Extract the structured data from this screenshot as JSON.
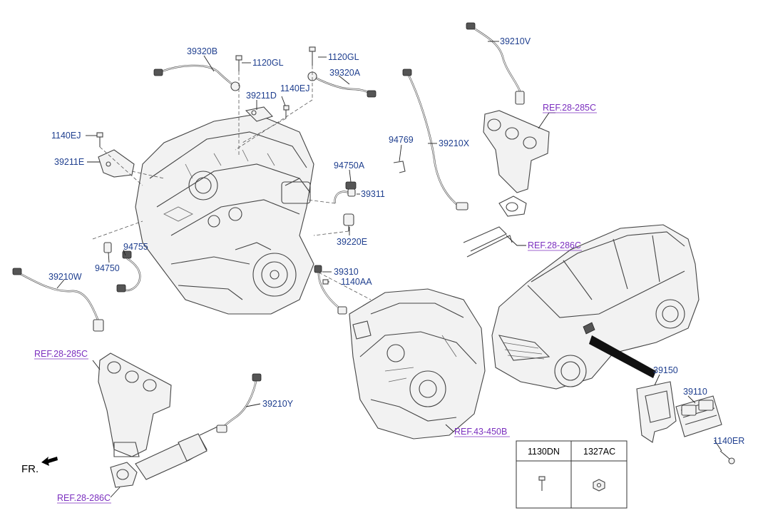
{
  "labels": {
    "p39320B": "39320B",
    "p1120GL_a": "1120GL",
    "p1120GL_b": "1120GL",
    "p39320A": "39320A",
    "p1140EJ_a": "1140EJ",
    "p39211D": "39211D",
    "p1140EJ_b": "1140EJ",
    "p39211E": "39211E",
    "p39210V": "39210V",
    "p94769": "94769",
    "p39210X": "39210X",
    "p94750A": "94750A",
    "p39311": "39311",
    "p39220E": "39220E",
    "p94755": "94755",
    "p94750": "94750",
    "p39310": "39310",
    "p1140AA": "1140AA",
    "p39210W": "39210W",
    "p39210Y": "39210Y",
    "p39150": "39150",
    "p39110": "39110",
    "p1140ER": "1140ER"
  },
  "refs": {
    "ref_285C_top": "REF.28-285C",
    "ref_286C_top": "REF.28-286C",
    "ref_285C_left": "REF.28-285C",
    "ref_286C_bottom": "REF.28-286C",
    "ref_43_450B": "REF.43-450B"
  },
  "orientation": {
    "front": "FR."
  },
  "fastener_table": {
    "headers": [
      "1130DN",
      "1327AC"
    ]
  }
}
